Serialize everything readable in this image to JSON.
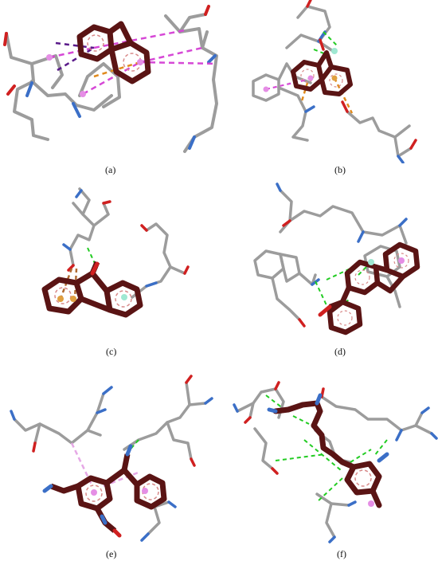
{
  "panels": [
    {
      "id": "a",
      "caption": "(a)"
    },
    {
      "id": "b",
      "caption": "(b)"
    },
    {
      "id": "c",
      "caption": "(c)"
    },
    {
      "id": "d",
      "caption": "(d)"
    },
    {
      "id": "e",
      "caption": "(e)"
    },
    {
      "id": "f",
      "caption": "(f)"
    }
  ],
  "colors": {
    "ligand": "#5a1414",
    "ligand_inner": "#9a3434",
    "residue": "#9c9c9c",
    "nitrogen": "#3b6fc7",
    "oxygen": "#d02020",
    "pi_pi": "#d648d6",
    "pi_alkyl": "#e6a8e6",
    "h_bond": "#22cc22",
    "pi_cation": "#e08a1c",
    "pi_sigma": "#5a1a8a",
    "carbon_h": "#9fe8d2"
  }
}
